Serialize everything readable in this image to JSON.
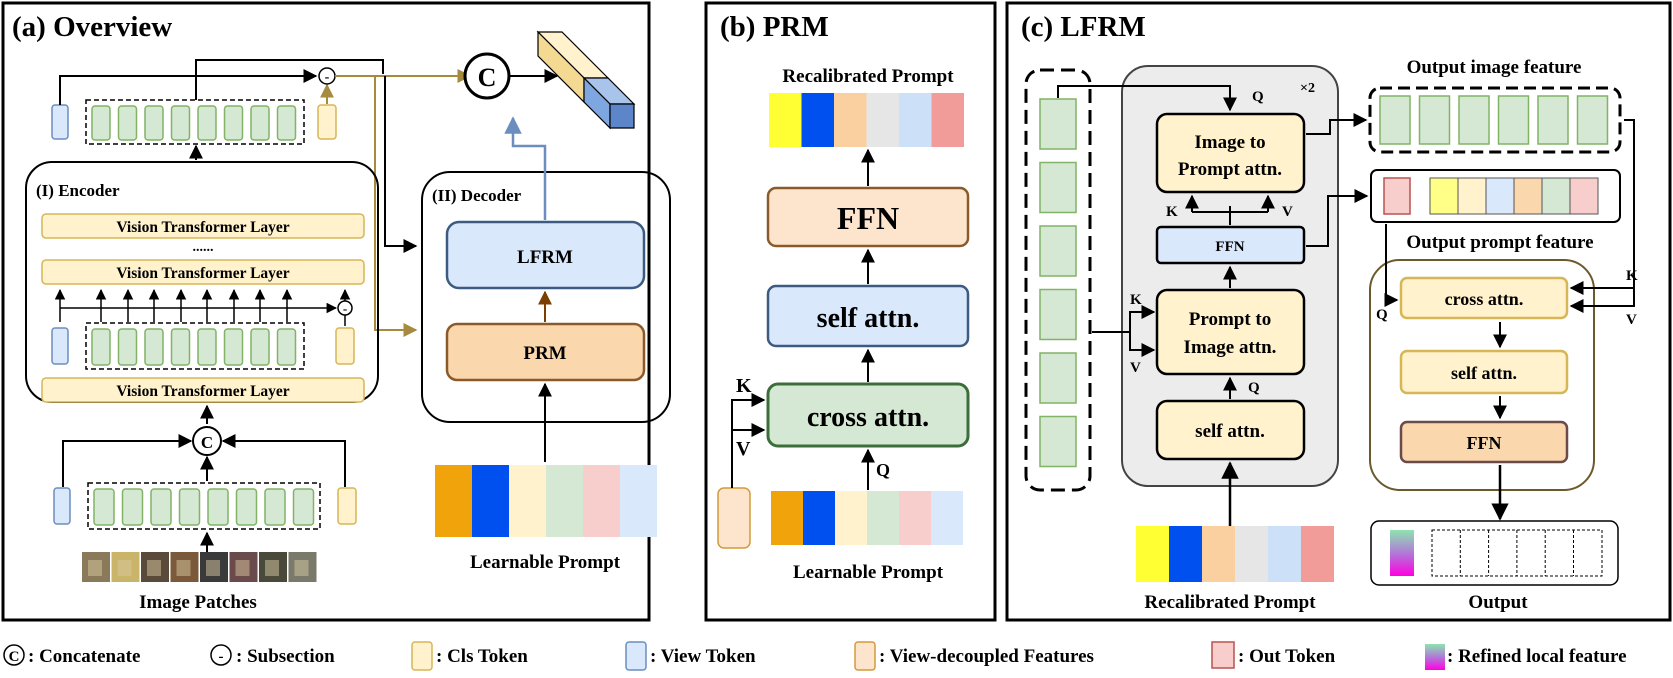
{
  "overview": {
    "title": "(a) Overview",
    "encoder_title": "(I) Encoder",
    "decoder_title": "(II) Decoder",
    "vit_layer": "Vision Transformer Layer",
    "dots": "......",
    "concat_symbol": "C",
    "subtract_symbol": "-",
    "lfrm_box": "LFRM",
    "prm_box": "PRM",
    "image_patches": "Image Patches",
    "learnable_prompt": "Learnable Prompt"
  },
  "prm": {
    "title": "(b) PRM",
    "recalibrated_prompt": "Recalibrated Prompt",
    "ffn": "FFN",
    "self_attn": "self attn.",
    "cross_attn": "cross attn.",
    "k": "K",
    "v": "V",
    "q": "Q",
    "learnable_prompt": "Learnable Prompt"
  },
  "lfrm": {
    "title": "(c) LFRM",
    "repeat": "×2",
    "img_to_prompt_1": "Image to",
    "img_to_prompt_2": "Prompt attn.",
    "ffn_small": "FFN",
    "prompt_to_img_1": "Prompt to",
    "prompt_to_img_2": "Image attn.",
    "self_attn": "self attn.",
    "output_image_feature": "Output image feature",
    "output_prompt_feature": "Output prompt feature",
    "cross_attn": "cross attn.",
    "self_attn_2": "self attn.",
    "ffn": "FFN",
    "recalibrated_prompt": "Recalibrated Prompt",
    "output": "Output",
    "q": "Q",
    "k": "K",
    "v": "V"
  },
  "legend": {
    "concatenate_symbol": "C",
    "concatenate": ": Concatenate",
    "subsection_symbol": "-",
    "subsection": ": Subsection",
    "cls_token": ": Cls Token",
    "view_token": ": View Token",
    "view_decoupled": ": View-decoupled Features",
    "out_token": ": Out Token",
    "refined_local": ": Refined local feature"
  },
  "colors": {
    "patch_green": "#d5e8d4",
    "patch_green_stroke": "#82b366",
    "cls_yellow": "#fff2cc",
    "cls_yellow_stroke": "#d6b656",
    "view_blue": "#dae8fc",
    "view_blue_stroke": "#6c8ebf",
    "prm_orange": "#fad7ac",
    "prm_orange_stroke": "#b46504",
    "lfrm_blue": "#dae8fc",
    "out_red": "#f8cecc",
    "out_red_stroke": "#b85450",
    "gold_line": "#a68a3e",
    "arrow_blue": "#6c8ebf"
  },
  "prompt_colors_learnable": [
    "#f0a30a",
    "#0050ef",
    "#fff2cc",
    "#d5e8d4",
    "#f8cecc",
    "#dae8fc"
  ],
  "prompt_colors_recalibrated": [
    "#ffff33",
    "#0050ef",
    "#fad0a0",
    "#e6e6e6",
    "#cce0f8",
    "#f19c99"
  ],
  "output_prompt_colors": [
    "#ffff88",
    "#fff2cc",
    "#dae8fc",
    "#fad7ac",
    "#d5e8d4",
    "#f8cecc"
  ]
}
